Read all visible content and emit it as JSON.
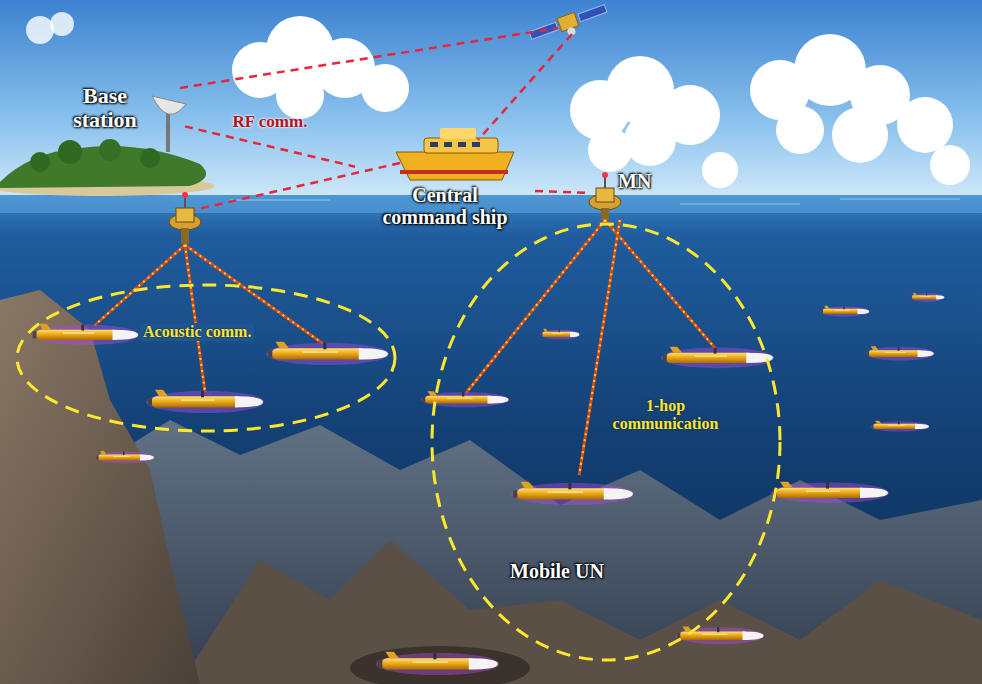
{
  "diagram": {
    "nodes": [
      {
        "text": [
          "Base station"
        ]
      },
      {
        "text": [
          "Central command ship"
        ]
      },
      {
        "text": [
          "MN"
        ]
      },
      {
        "text": [
          "Acoustic comm."
        ]
      },
      {
        "text": [
          "1-hop communication"
        ]
      },
      {
        "text": [
          "Mobile UN"
        ],
        "in": 4
      }
    ],
    "edges": [
      {
        "from": 0,
        "to": 1,
        "arrow": "none",
        "label": "RF comm."
      },
      {
        "from": 1,
        "to": 2,
        "arrow": "none"
      },
      {
        "from": 2,
        "to": 5,
        "arrow": "none"
      }
    ]
  }
}
